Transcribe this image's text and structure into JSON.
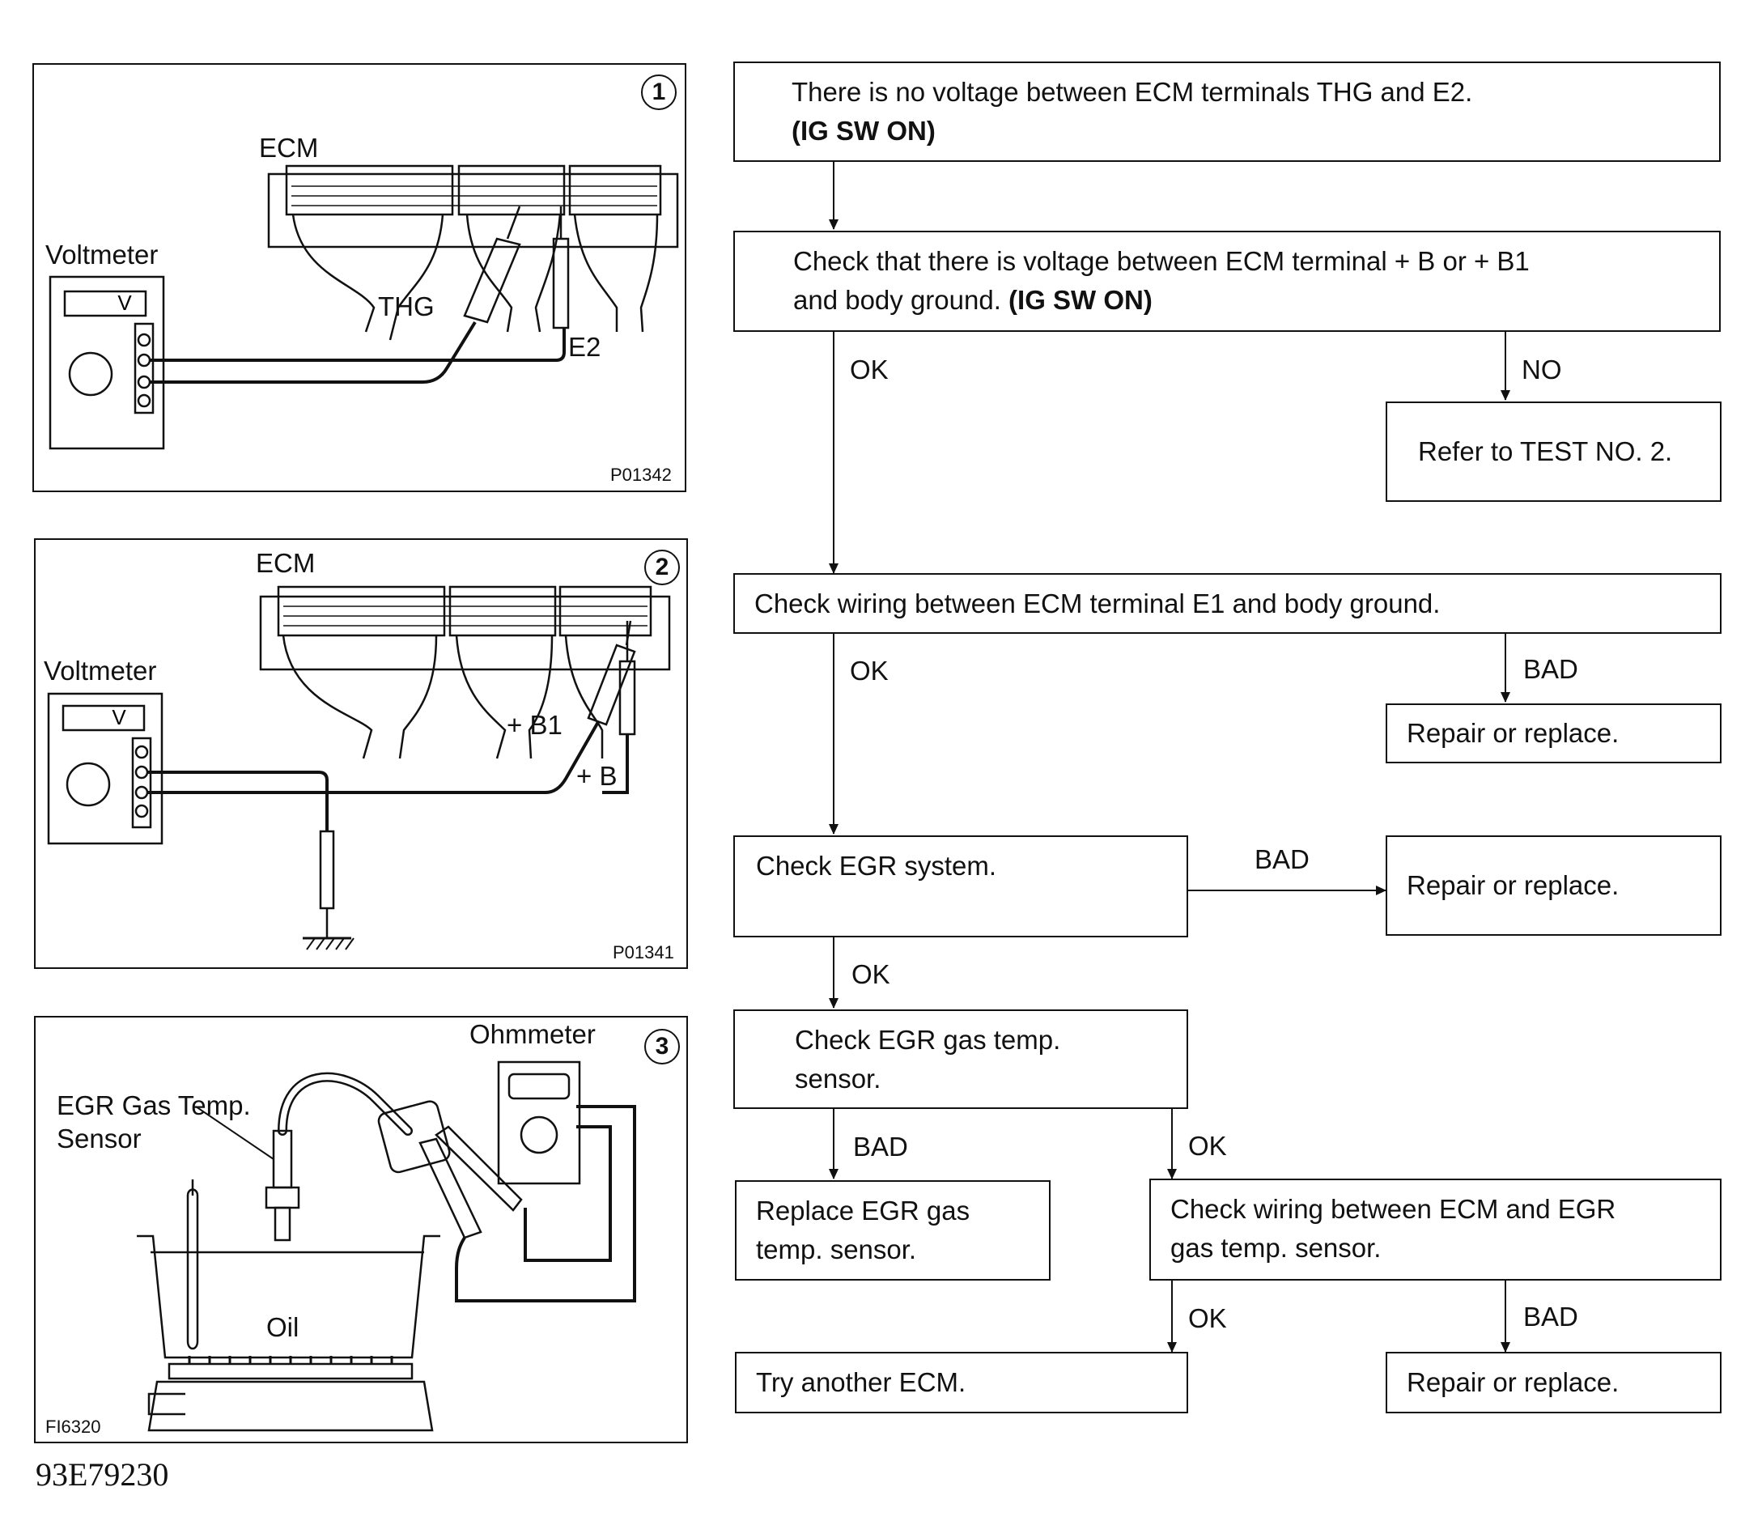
{
  "panels": [
    {
      "number": "1",
      "labels": {
        "ecm": "ECM",
        "voltmeter": "Voltmeter",
        "thg": "THG",
        "e2": "E2",
        "meter_face": "V"
      },
      "code": "P01342"
    },
    {
      "number": "2",
      "labels": {
        "ecm": "ECM",
        "voltmeter": "Voltmeter",
        "b1": "+ B1",
        "b": "+ B",
        "meter_face": "V"
      },
      "code": "P01341"
    },
    {
      "number": "3",
      "labels": {
        "ohmmeter": "Ohmmeter",
        "sensor_line1": "EGR Gas Temp.",
        "sensor_line2": "Sensor",
        "oil": "Oil"
      },
      "code": "FI6320"
    }
  ],
  "flow": {
    "start": {
      "line1": "There is no voltage between ECM terminals THG and E2.",
      "line2": "(IG SW ON)"
    },
    "check_b": {
      "line1": "Check that there is voltage between ECM terminal  + B or  + B1",
      "line2a": "and body ground. ",
      "line2b": "(IG SW ON)"
    },
    "refer_test": "Refer to TEST NO. 2.",
    "check_e1": "Check wiring between ECM terminal E1 and body ground.",
    "repair1": "Repair or replace.",
    "check_egr_system": "Check EGR system.",
    "repair2": "Repair or replace.",
    "check_sensor": {
      "line1": "Check EGR gas temp.",
      "line2": "sensor."
    },
    "replace_sensor": {
      "line1": "Replace EGR gas",
      "line2": "temp. sensor."
    },
    "check_wiring_sensor": {
      "line1": "Check wiring between ECM and EGR",
      "line2": "gas temp. sensor."
    },
    "try_ecm": "Try another ECM.",
    "repair3": "Repair or replace.",
    "labels": {
      "ok1": "OK",
      "no1": "NO",
      "ok2": "OK",
      "bad1": "BAD",
      "bad2": "BAD",
      "ok3": "OK",
      "bad3": "BAD",
      "ok4": "OK",
      "ok5": "OK",
      "bad4": "BAD"
    }
  },
  "footer_code": "93E79230"
}
